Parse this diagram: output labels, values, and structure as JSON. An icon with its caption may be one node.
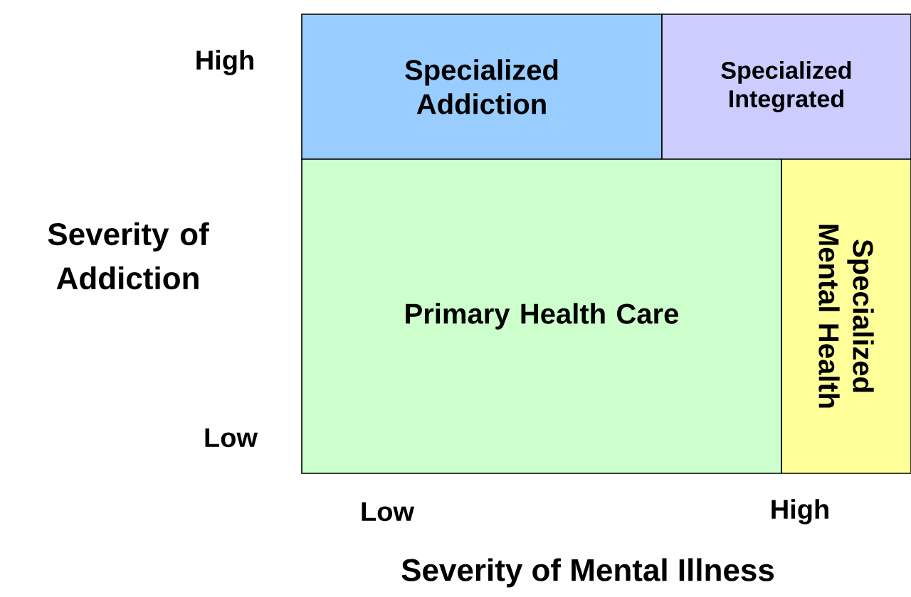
{
  "diagram": {
    "nodes": [
      {
        "text": [
          "Specialized Addiction"
        ]
      },
      {
        "text": [
          "Specialized Integrated"
        ]
      },
      {
        "text": [
          "Primary Health Care"
        ]
      },
      {
        "text": [
          "Specialized Mental Health"
        ]
      }
    ],
    "labels": [
      "High",
      "Severity of Addiction",
      "Low",
      "Low",
      "High",
      "Severity of Mental Illness"
    ]
  }
}
